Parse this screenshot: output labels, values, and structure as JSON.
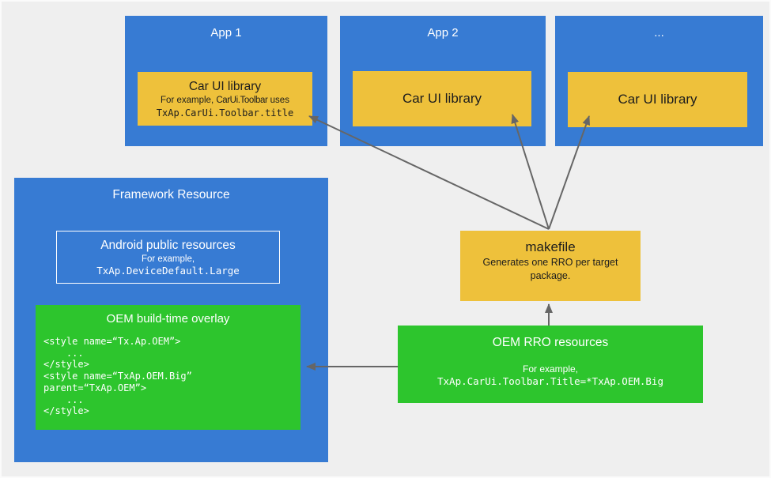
{
  "colors": {
    "bg": "#efefef",
    "blue": "#377bd3",
    "yellow": "#eec13b",
    "green": "#2dc52d",
    "arrow": "#666666"
  },
  "apps": [
    {
      "title": "App 1",
      "lib": {
        "title": "Car UI library",
        "desc_prefix": "For example, ",
        "desc_mid": "CarUi.Toolbar",
        "desc_suffix": " uses",
        "code": "TxAp.CarUi.Toolbar.title"
      }
    },
    {
      "title": "App 2",
      "lib": {
        "title": "Car UI library"
      }
    },
    {
      "title": "...",
      "lib": {
        "title": "Car UI library"
      }
    }
  ],
  "framework": {
    "title": "Framework Resource",
    "public_resources": {
      "title": "Android public resources",
      "subtitle": "For example,",
      "code": "TxAp.DeviceDefault.Large"
    },
    "overlay": {
      "title": "OEM build-time overlay",
      "code_lines": [
        "<style name=“Tx.Ap.OEM”>",
        "    ...",
        "</style>",
        "<style name=“TxAp.OEM.Big”",
        "parent=“TxAp.OEM”>",
        "    ...",
        "</style>"
      ]
    }
  },
  "makefile": {
    "title": "makefile",
    "subtitle": "Generates one RRO per target package."
  },
  "oem_rro": {
    "title": "OEM RRO resources",
    "subtitle": "For example,",
    "code": "TxAp.CarUi.Toolbar.Title=*TxAp.OEM.Big"
  }
}
